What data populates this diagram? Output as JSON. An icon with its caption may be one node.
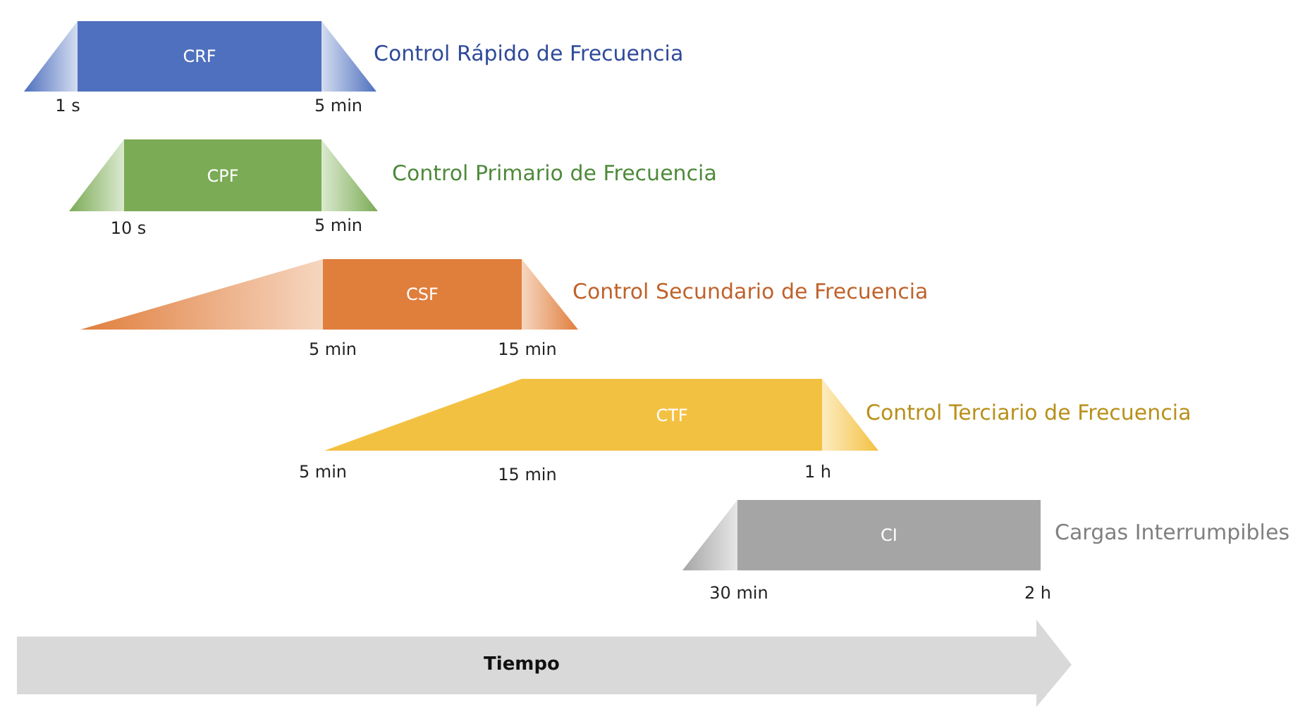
{
  "diagram": {
    "nodes": [
      {
        "text": [
          "CRF"
        ],
        "beside": [
          "Control Rápido de Frecuencia"
        ]
      },
      {
        "text": [
          "CPF"
        ],
        "beside": [
          "Control Primario de Frecuencia"
        ]
      },
      {
        "text": [
          "CSF"
        ],
        "beside": [
          "Control Secundario de Frecuencia"
        ]
      },
      {
        "text": [
          "CTF"
        ],
        "beside": [
          "Control Terciario de Frecuencia"
        ]
      },
      {
        "text": [
          "CI"
        ],
        "beside": [
          "Cargas Interrumpibles"
        ]
      },
      {
        "text": [
          "Tiempo"
        ]
      }
    ],
    "labels": [
      "1 s",
      "5 min",
      "10 s",
      "5 min",
      "5 min",
      "15 min",
      "5 min",
      "15 min",
      "1 h",
      "30 min",
      "2 h"
    ]
  }
}
